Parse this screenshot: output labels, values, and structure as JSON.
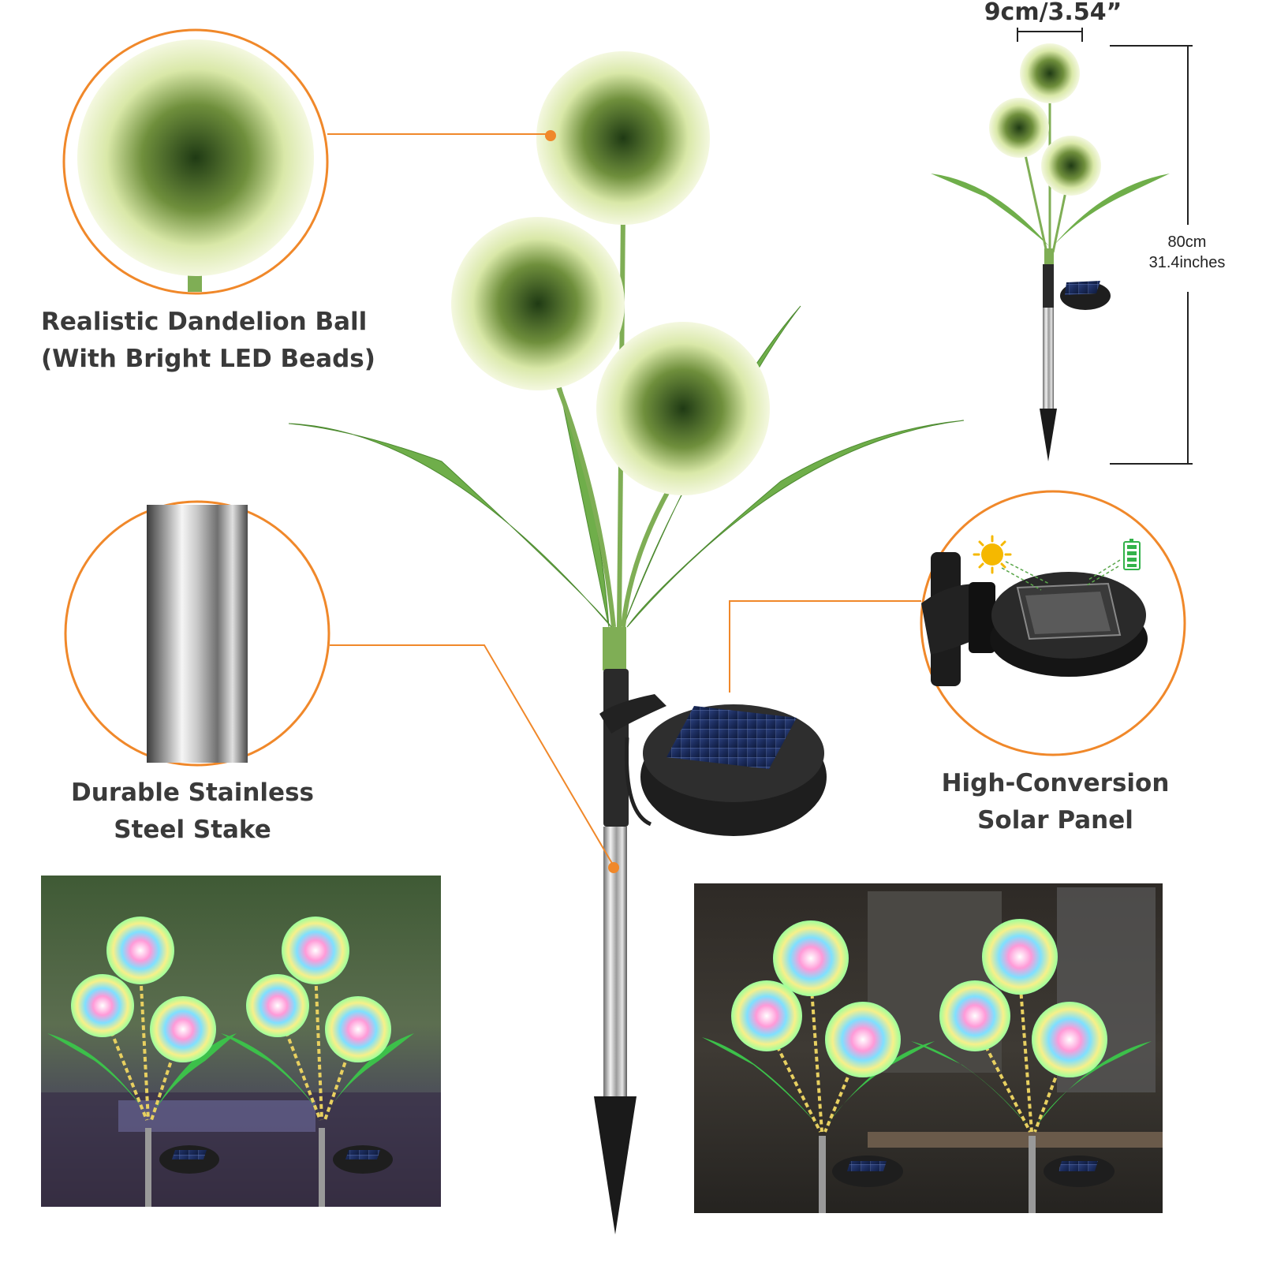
{
  "accent_color": "#f0882a",
  "features": {
    "ball": {
      "line1": "Realistic Dandelion Ball",
      "line2": "(With Bright LED Beads)"
    },
    "stake": {
      "line1": "Durable Stainless",
      "line2": "Steel Stake"
    },
    "panel": {
      "line1": "High-Conversion",
      "line2": "Solar Panel"
    }
  },
  "dimensions": {
    "width": "9cm/3.54”",
    "height_cm": "80cm",
    "height_in": "31.4inches"
  },
  "icons": {
    "sun": "sun-icon",
    "battery": "battery-icon"
  }
}
